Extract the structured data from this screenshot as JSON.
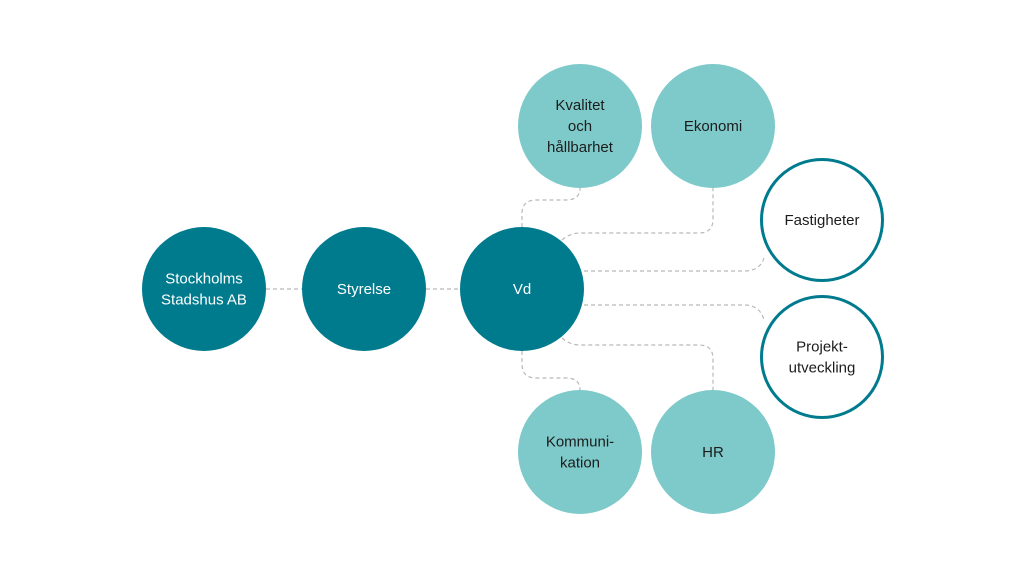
{
  "colors": {
    "dark_teal": "#007b8e",
    "light_teal": "#7ecaca",
    "outline_teal": "#007b8e",
    "white": "#ffffff",
    "dark_text": "#1c1c1c",
    "connector": "#b9b9b9"
  },
  "nodes": [
    {
      "id": "stockholms-stadshus",
      "lines": [
        "Stockholms",
        "Stadshus AB"
      ],
      "style": "dark"
    },
    {
      "id": "styrelse",
      "lines": [
        "Styrelse"
      ],
      "style": "dark"
    },
    {
      "id": "vd",
      "lines": [
        "Vd"
      ],
      "style": "dark"
    },
    {
      "id": "kvalitet",
      "lines": [
        "Kvalitet",
        "och",
        "hållbarhet"
      ],
      "style": "light"
    },
    {
      "id": "ekonomi",
      "lines": [
        "Ekonomi"
      ],
      "style": "light"
    },
    {
      "id": "fastigheter",
      "lines": [
        "Fastigheter"
      ],
      "style": "outline"
    },
    {
      "id": "projektutveckling",
      "lines": [
        "Projekt-",
        "utveckling"
      ],
      "style": "outline"
    },
    {
      "id": "kommunikation",
      "lines": [
        "Kommuni-",
        "kation"
      ],
      "style": "light"
    },
    {
      "id": "hr",
      "lines": [
        "HR"
      ],
      "style": "light"
    }
  ],
  "connections": [
    [
      "stockholms-stadshus",
      "styrelse"
    ],
    [
      "styrelse",
      "vd"
    ],
    [
      "vd",
      "kvalitet"
    ],
    [
      "vd",
      "ekonomi"
    ],
    [
      "vd",
      "fastigheter"
    ],
    [
      "vd",
      "projektutveckling"
    ],
    [
      "vd",
      "kommunikation"
    ],
    [
      "vd",
      "hr"
    ]
  ]
}
